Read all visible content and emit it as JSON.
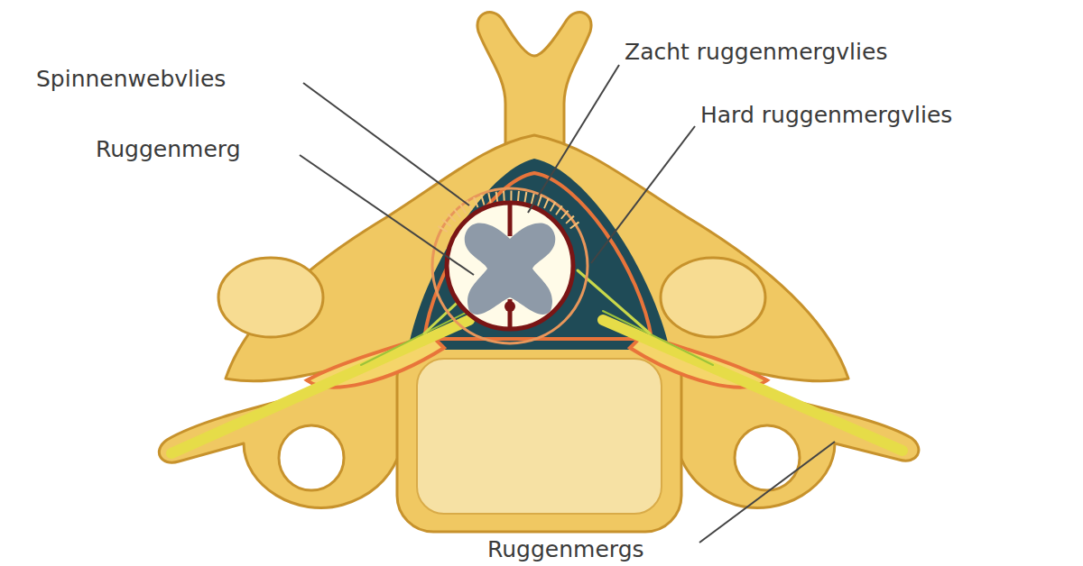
{
  "diagram": {
    "labels": [
      "Spinnenwebvlies",
      "Zacht ruggenmergvlies",
      "Hard ruggenmergvlies",
      "Ruggenmerg",
      "Ruggenmergs"
    ]
  }
}
